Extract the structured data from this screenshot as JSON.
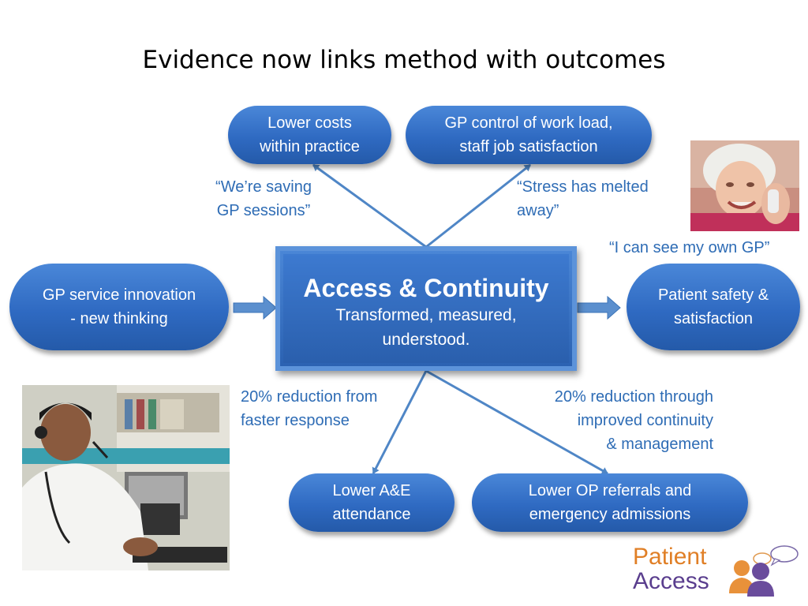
{
  "title": "Evidence now links method with outcomes",
  "center": {
    "title": "Access & Continuity",
    "line1": "Transformed, measured,",
    "line2": "understood."
  },
  "nodes": {
    "lower_costs": [
      "Lower costs",
      "within practice"
    ],
    "gp_control": [
      "GP control of work load,",
      "staff job satisfaction"
    ],
    "innovation": [
      "GP service innovation",
      "- new thinking"
    ],
    "safety": [
      "Patient safety &",
      "satisfaction"
    ],
    "ae": [
      "Lower A&E",
      "attendance"
    ],
    "op": [
      "Lower OP referrals and",
      "emergency admissions"
    ]
  },
  "quotes": {
    "saving": [
      "“We’re saving",
      "GP sessions”"
    ],
    "stress": [
      "“Stress has melted",
      "away”"
    ],
    "own_gp": "“I can see my own GP”",
    "faster": [
      "20% reduction from",
      "faster response"
    ],
    "continuity": [
      "20% reduction through",
      "improved continuity",
      "& management"
    ]
  },
  "logo": {
    "word1": "Patient",
    "word2": "Access"
  },
  "colors": {
    "accent_blue": "#2f6ac2",
    "quote_blue": "#2e6cb5",
    "arrow": "#4f86c6",
    "logo_orange": "#e07f26",
    "logo_purple": "#5a3e8e"
  }
}
